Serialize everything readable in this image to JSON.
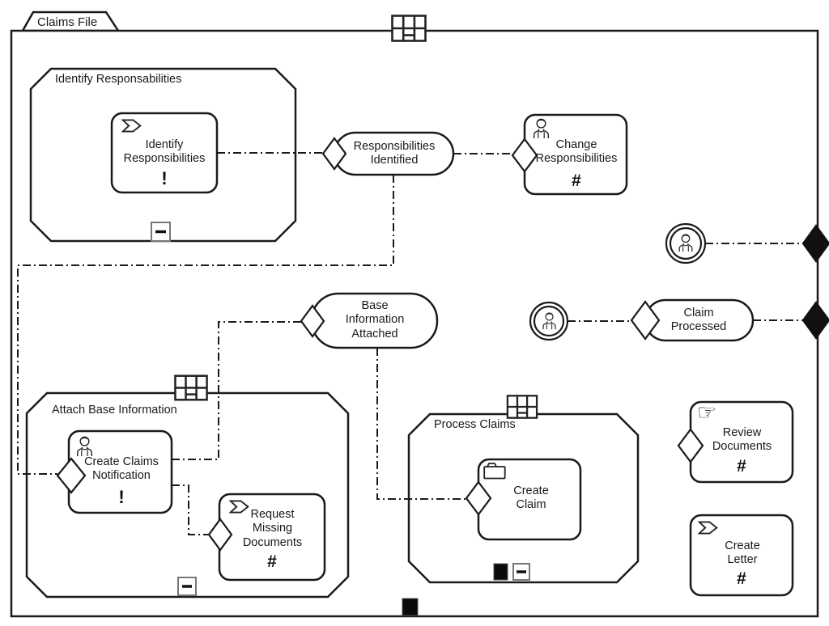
{
  "case_plan": {
    "title": "Claims File"
  },
  "stages": {
    "identify": {
      "label": "Identify Responsabilities"
    },
    "attach": {
      "label": "Attach Base Information"
    },
    "process": {
      "label": "Process Claims"
    }
  },
  "tasks": {
    "identify_responsibilities": {
      "label": "Identify Responsibilities",
      "type": "process-task",
      "decorator": "required"
    },
    "change_responsibilities": {
      "label": "Change Responsibilities",
      "type": "human-task",
      "decorator": "repetition"
    },
    "create_claims_notification": {
      "label": "Create Claims Notification",
      "type": "human-task",
      "decorator": "required"
    },
    "request_missing_documents": {
      "label": "Request Missing Documents",
      "type": "process-task",
      "decorator": "repetition"
    },
    "create_claim": {
      "label": "Create Claim",
      "type": "case-task"
    },
    "review_documents": {
      "label": "Review Documents",
      "type": "manual-task",
      "decorator": "repetition"
    },
    "create_letter": {
      "label": "Create Letter",
      "type": "process-task",
      "decorator": "repetition"
    }
  },
  "milestones": {
    "responsibilities_identified": {
      "label": "Responsibilities Identified"
    },
    "base_information_attached": {
      "label": "Base Information Attached"
    },
    "claim_processed": {
      "label": "Claim Processed"
    }
  },
  "markers": {
    "required": "!",
    "repetition": "#",
    "hand_icon": "☞"
  },
  "colors": {
    "line": "#1a1a1a",
    "background": "#ffffff",
    "marker_box": "#777777"
  }
}
